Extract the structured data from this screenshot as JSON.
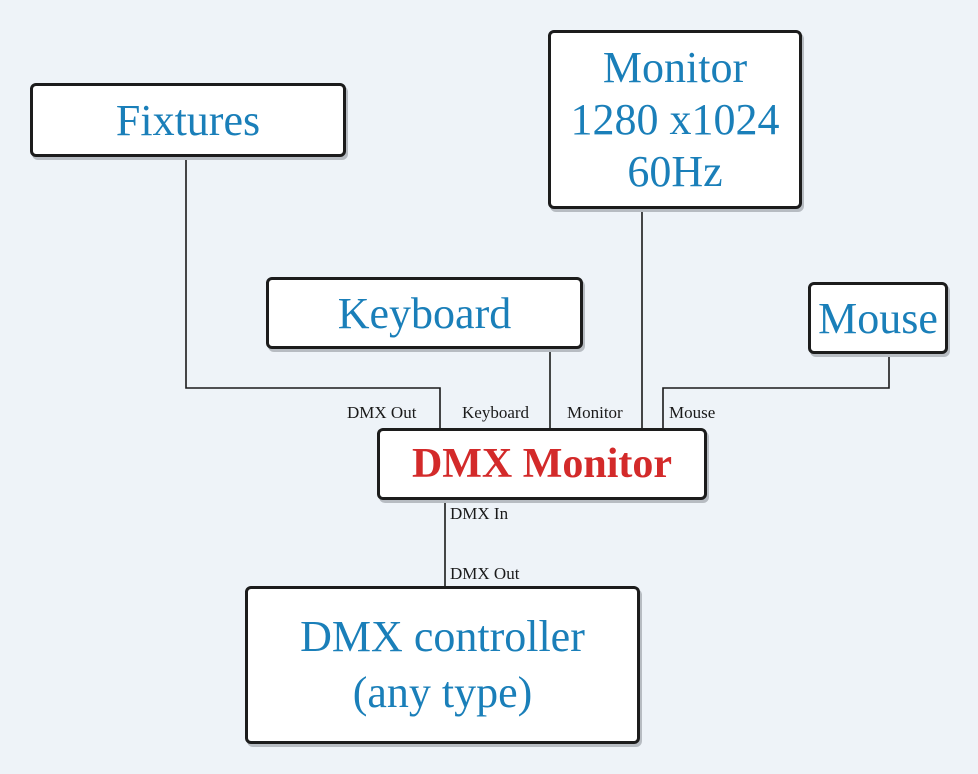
{
  "nodes": {
    "fixtures": {
      "label": "Fixtures"
    },
    "monitor": {
      "lines": [
        "Monitor",
        "1280 x1024",
        "60Hz"
      ]
    },
    "keyboard": {
      "label": "Keyboard"
    },
    "mouse": {
      "label": "Mouse"
    },
    "dmx_monitor": {
      "label": "DMX Monitor"
    },
    "controller": {
      "lines": [
        "DMX controller",
        "(any type)"
      ]
    }
  },
  "ports": {
    "dmx_out_top": "DMX Out",
    "keyboard": "Keyboard",
    "monitor": "Monitor",
    "mouse": "Mouse",
    "dmx_in": "DMX In",
    "dmx_out_controller": "DMX Out"
  },
  "colors": {
    "node_text": "#1a7fb9",
    "hub_text": "#d32a2a",
    "background": "#eef3f8"
  }
}
